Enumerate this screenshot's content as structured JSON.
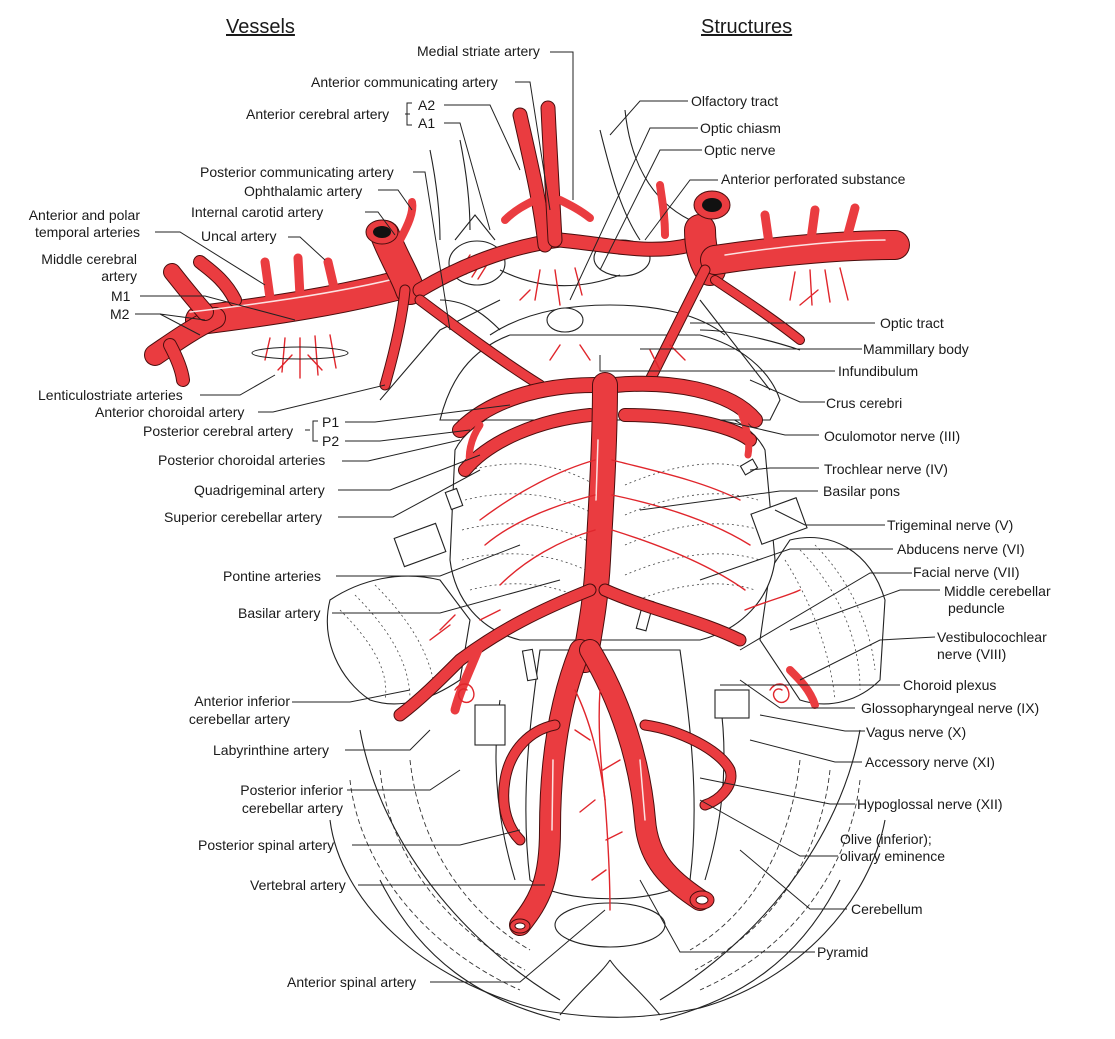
{
  "headings": {
    "vessels": "Vessels",
    "structures": "Structures"
  },
  "colors": {
    "artery": "#ea3c40",
    "line": "#222222"
  },
  "vessels": {
    "medial_striate": "Medial striate artery",
    "anterior_communicating": "Anterior communicating artery",
    "anterior_cerebral": "Anterior cerebral artery",
    "a2": "A2",
    "a1": "A1",
    "posterior_communicating": "Posterior communicating artery",
    "ophthalamic": "Ophthalamic artery",
    "internal_carotid": "Internal carotid artery",
    "anterior_polar_temporal_1": "Anterior and polar",
    "anterior_polar_temporal_2": "temporal arteries",
    "uncal": "Uncal artery",
    "middle_cerebral_1": "Middle cerebral",
    "middle_cerebral_2": "artery",
    "m1": "M1",
    "m2": "M2",
    "lenticulostriate": "Lenticulostriate arteries",
    "anterior_choroidal": "Anterior choroidal artery",
    "posterior_cerebral": "Posterior cerebral artery",
    "p1": "P1",
    "p2": "P2",
    "posterior_choroidal": "Posterior choroidal arteries",
    "quadrigeminal": "Quadrigeminal artery",
    "superior_cerebellar": "Superior cerebellar artery",
    "pontine": "Pontine arteries",
    "basilar": "Basilar artery",
    "aica_1": "Anterior inferior",
    "aica_2": "cerebellar artery",
    "labyrinthine": "Labyrinthine artery",
    "pica_1": "Posterior inferior",
    "pica_2": "cerebellar artery",
    "posterior_spinal": "Posterior spinal artery",
    "vertebral": "Vertebral artery",
    "anterior_spinal": "Anterior spinal artery"
  },
  "structures": {
    "olfactory_tract": "Olfactory tract",
    "optic_chiasm": "Optic chiasm",
    "optic_nerve": "Optic nerve",
    "anterior_perforated": "Anterior perforated substance",
    "optic_tract": "Optic tract",
    "mammillary_body": "Mammillary body",
    "infundibulum": "Infundibulum",
    "crus_cerebri": "Crus cerebri",
    "oculomotor": "Oculomotor nerve (III)",
    "trochlear": "Trochlear nerve (IV)",
    "basilar_pons": "Basilar pons",
    "trigeminal": "Trigeminal nerve (V)",
    "abducens": "Abducens nerve (VI)",
    "facial": "Facial nerve (VII)",
    "mcp_1": "Middle cerebellar",
    "mcp_2": "peduncle",
    "vestibulocochlear_1": "Vestibulocochlear",
    "vestibulocochlear_2": "nerve (VIII)",
    "choroid_plexus": "Choroid plexus",
    "glossopharyngeal": "Glossopharyngeal nerve (IX)",
    "vagus": "Vagus nerve (X)",
    "accessory": "Accessory nerve (XI)",
    "hypoglossal": "Hypoglossal nerve (XII)",
    "olive_1": "Olive (inferior);",
    "olive_2": "olivary eminence",
    "cerebellum": "Cerebellum",
    "pyramid": "Pyramid"
  }
}
